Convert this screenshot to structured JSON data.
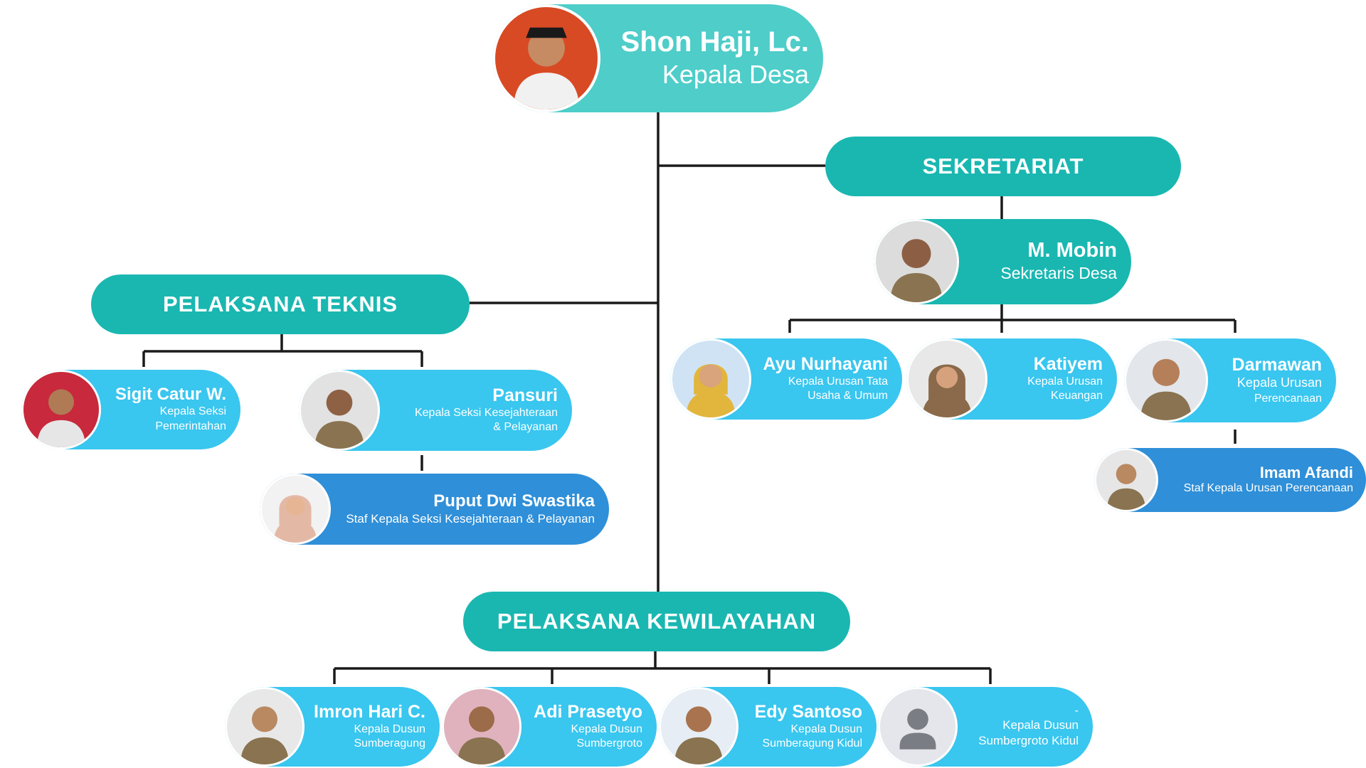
{
  "colors": {
    "teal": "#1ab7b1",
    "light_teal": "#4ecdc9",
    "cyan": "#39c6ef",
    "blue": "#2f8fd8",
    "line": "#1a1a1a"
  },
  "head": {
    "name": "Shon Haji, Lc.",
    "role": "Kepala Desa",
    "photo_bg": "#d84a24"
  },
  "sections": {
    "sekretariat": "SEKRETARIAT",
    "teknis": "PELAKSANA TEKNIS",
    "kewilayahan": "PELAKSANA KEWILAYAHAN"
  },
  "sekretaris": {
    "name": "M. Mobin",
    "role": "Sekretaris Desa",
    "photo_bg": "#dcdcdc"
  },
  "kaur": [
    {
      "name": "Ayu Nurhayani",
      "role_lines": [
        "Kepala Urusan Tata",
        "Usaha & Umum"
      ],
      "photo_bg": "#cfe3f4"
    },
    {
      "name": "Katiyem",
      "role_lines": [
        "Kepala Urusan",
        "Keuangan"
      ],
      "photo_bg": "#e8e8e8"
    },
    {
      "name": "Darmawan",
      "role_lines": [
        "Kepala Urusan",
        "Perencanaan"
      ],
      "photo_bg": "#e3e6ea"
    }
  ],
  "staf_perencanaan": {
    "name": "Imam Afandi",
    "role": "Staf Kepala Urusan Perencanaan",
    "photo_bg": "#e6e6e6"
  },
  "kasi": [
    {
      "name": "Sigit Catur W.",
      "role_lines": [
        "Kepala Seksi",
        "Pemerintahan"
      ],
      "photo_bg": "#c8293c"
    },
    {
      "name": "Pansuri",
      "role_lines": [
        "Kepala Seksi Kesejahteraan",
        "& Pelayanan"
      ],
      "photo_bg": "#e2e2e2"
    }
  ],
  "staf_kesejahteraan": {
    "name": "Puput Dwi Swastika",
    "role": "Staf Kepala Seksi Kesejahteraan & Pelayanan",
    "photo_bg": "#f2f2f2"
  },
  "kadus": [
    {
      "name": "Imron Hari C.",
      "role_lines": [
        "Kepala Dusun",
        "Sumberagung"
      ],
      "photo_bg": "#e8e8e8"
    },
    {
      "name": "Adi Prasetyo",
      "role_lines": [
        "Kepala Dusun",
        "Sumbergroto"
      ],
      "photo_bg": "#dfb2bd"
    },
    {
      "name": "Edy Santoso",
      "role_lines": [
        "Kepala Dusun",
        "Sumberagung Kidul"
      ],
      "photo_bg": "#e6edf4"
    },
    {
      "name": "-",
      "role_lines": [
        "Kepala Dusun",
        "Sumbergroto Kidul"
      ],
      "photo_bg": "#e5e6eb"
    }
  ]
}
